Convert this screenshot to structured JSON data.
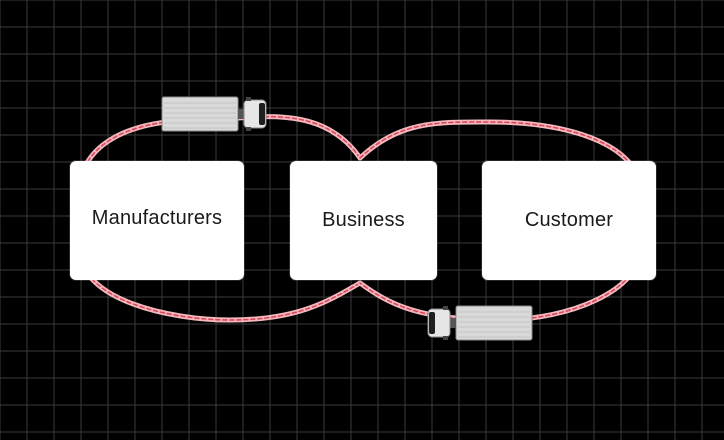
{
  "diagram": {
    "nodes": [
      {
        "id": "manufacturers",
        "label": "Manufacturers"
      },
      {
        "id": "business",
        "label": "Business"
      },
      {
        "id": "customer",
        "label": "Customer"
      }
    ],
    "edges": [
      {
        "from": "manufacturers",
        "to": "business",
        "style": "dashed-infinity-loop"
      },
      {
        "from": "business",
        "to": "customer",
        "style": "dashed-infinity-loop"
      }
    ],
    "vehicles": [
      {
        "name": "delivery-truck",
        "direction": "right"
      },
      {
        "name": "delivery-truck",
        "direction": "left"
      }
    ]
  },
  "colors": {
    "background": "#000000",
    "grid_line": "#3a3a3a",
    "route_outer": "#f2b3b8",
    "route_dash": "#d9485a",
    "card": "#ffffff",
    "card_text": "#1a1a1a"
  },
  "icons": {
    "truck": "truck-icon"
  }
}
